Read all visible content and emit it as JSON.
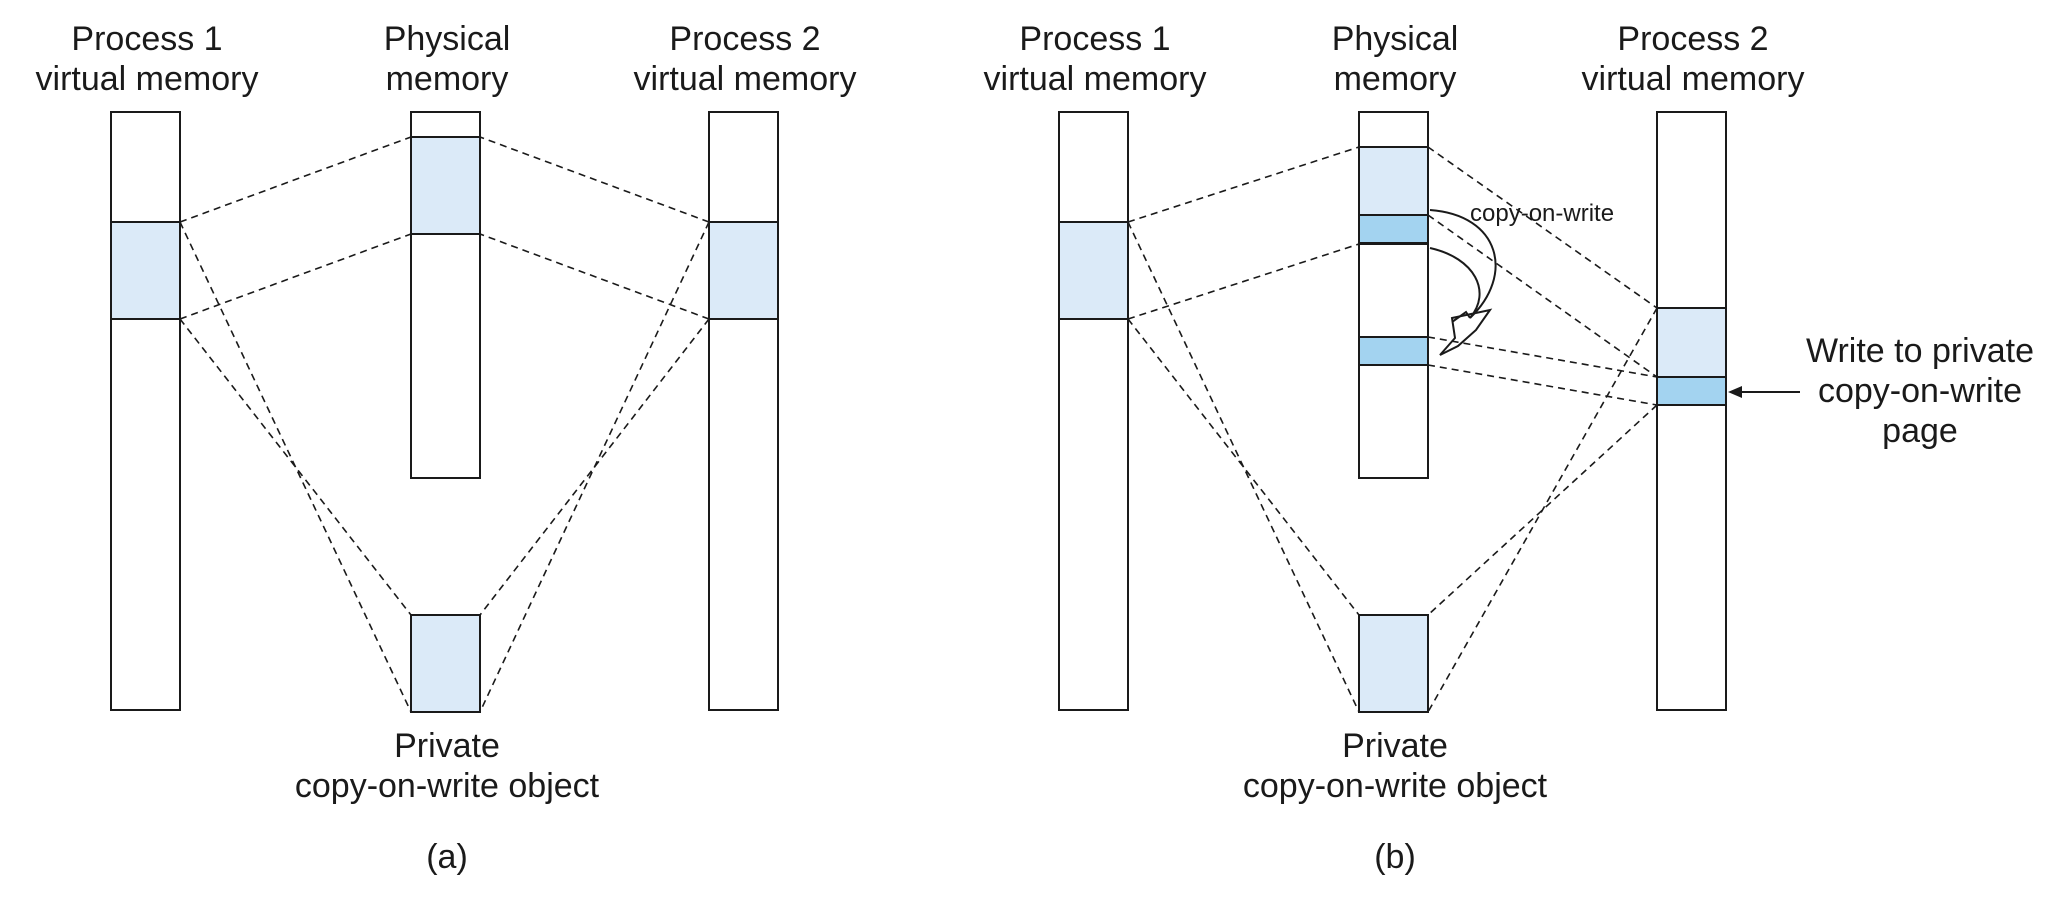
{
  "panel_a": {
    "process1_label": [
      "Process 1",
      "virtual memory"
    ],
    "physical_label": [
      "Physical",
      "memory"
    ],
    "process2_label": [
      "Process 2",
      "virtual memory"
    ],
    "object_label": [
      "Private",
      "copy-on-write object"
    ],
    "caption": "(a)"
  },
  "panel_b": {
    "process1_label": [
      "Process 1",
      "virtual memory"
    ],
    "physical_label": [
      "Physical",
      "memory"
    ],
    "process2_label": [
      "Process 2",
      "virtual memory"
    ],
    "object_label": [
      "Private",
      "copy-on-write object"
    ],
    "caption": "(b)",
    "cow_label": "copy-on-write",
    "write_label": [
      "Write to private",
      "copy-on-write",
      "page"
    ]
  },
  "colors": {
    "shared_region": "#dbeaf8",
    "private_page": "#a3d3f0",
    "outline": "#1a1a1a"
  }
}
